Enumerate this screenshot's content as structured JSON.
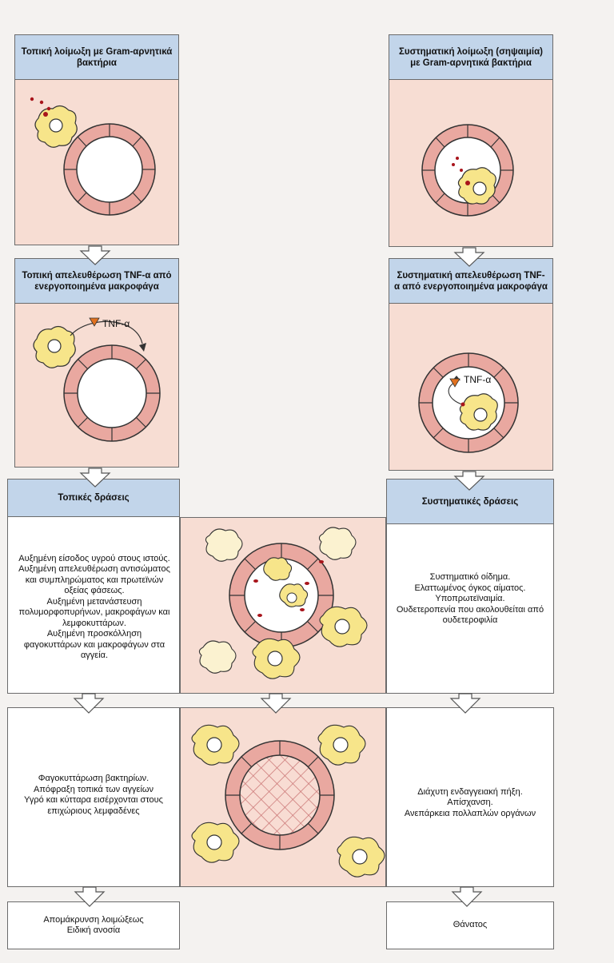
{
  "left": {
    "step1_title": "Τοπική λοίμωξη με Gram-αρνητικά βακτήρια",
    "step2_title": "Τοπική απελευθέρωση TNF-α από ενεργοποιημένα μακροφάγα",
    "step3_title": "Τοπικές δράσεις",
    "step3_text": [
      "Αυξημένη είσοδος υγρού στους ιστούς.",
      "Αυξημένη απελευθέρωση αντισώματος και συμπληρώματος και πρωτεϊνών οξείας φάσεως.",
      "Αυξημένη μετανάστευση πολυμορφοπυρήνων, μακροφάγων και λεμφοκυττάρων.",
      "Αυξημένη προσκόλληση φαγοκυττάρων και μακροφάγων στα αγγεία."
    ],
    "step4_text": [
      "Φαγοκυττάρωση βακτηρίων.",
      "Απόφραξη τοπικά των αγγείων",
      "Υγρό και κύτταρα εισέρχονται στους επιχώριους λεμφαδένες"
    ],
    "outcome": [
      "Απομάκρυνση λοιμώξεως",
      "Ειδική ανοσία"
    ]
  },
  "right": {
    "step1_title": "Συστηματική λοίμωξη (σηψαιμία) με Gram-αρνητικά βακτήρια",
    "step2_title": "Συστηματική απελευθέρωση TNF-α από ενεργοποιημένα μακροφάγα",
    "step3_title": "Συστηματικές δράσεις",
    "step3_text": [
      "Συστηματικό οίδημα.",
      "Ελαττωμένος όγκος αίματος.",
      "Υποπρωτεϊναιμία.",
      "Ουδετεροπενία που ακολουθείται από ουδετεροφιλία"
    ],
    "step4_text": [
      "Διάχυτη ενδαγγειακή πήξη.",
      "Απίσχανση.",
      "Ανεπάρκεια πολλαπλών οργάνων"
    ],
    "outcome": [
      "Θάνατος"
    ]
  },
  "tnf_label": "TNF-α",
  "colors": {
    "header_blue": "#c2d5ea",
    "panel_pink": "#f7ddd3",
    "vessel_cell": "#e9a8a0",
    "macrophage": "#f7e58a",
    "bacteria": "#a8141b",
    "tnf_triangle": "#e0711f"
  }
}
